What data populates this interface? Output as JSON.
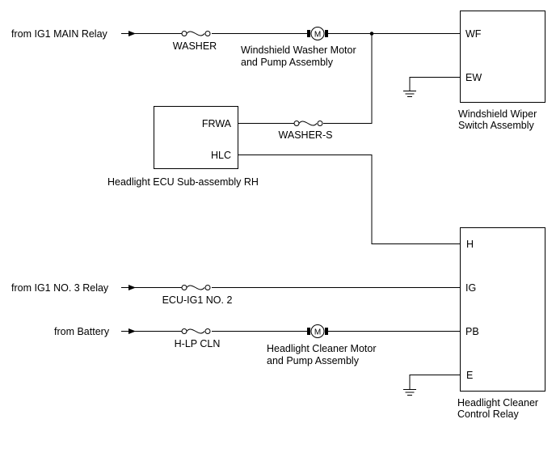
{
  "sources": {
    "ig1_main": "from IG1 MAIN Relay",
    "ig1_no3": "from IG1 NO. 3 Relay",
    "battery": "from Battery"
  },
  "fuses": {
    "washer": "WASHER",
    "washer_s": "WASHER-S",
    "ecu_ig1_no2": "ECU-IG1 NO. 2",
    "hlp_cln": "H-LP CLN"
  },
  "motors": {
    "washer_line1": "Windshield Washer Motor",
    "washer_line2": "and Pump Assembly",
    "cleaner_line1": "Headlight Cleaner Motor",
    "cleaner_line2": "and Pump Assembly",
    "symbol": "M"
  },
  "components": {
    "wiper_switch": {
      "name_line1": "Windshield Wiper",
      "name_line2": "Switch Assembly",
      "pins": [
        "WF",
        "EW"
      ]
    },
    "headlight_ecu": {
      "name": "Headlight ECU Sub-assembly RH",
      "pins": [
        "FRWA",
        "HLC"
      ]
    },
    "cleaner_relay": {
      "name_line1": "Headlight Cleaner",
      "name_line2": "Control Relay",
      "pins": [
        "H",
        "IG",
        "PB",
        "E"
      ]
    }
  }
}
